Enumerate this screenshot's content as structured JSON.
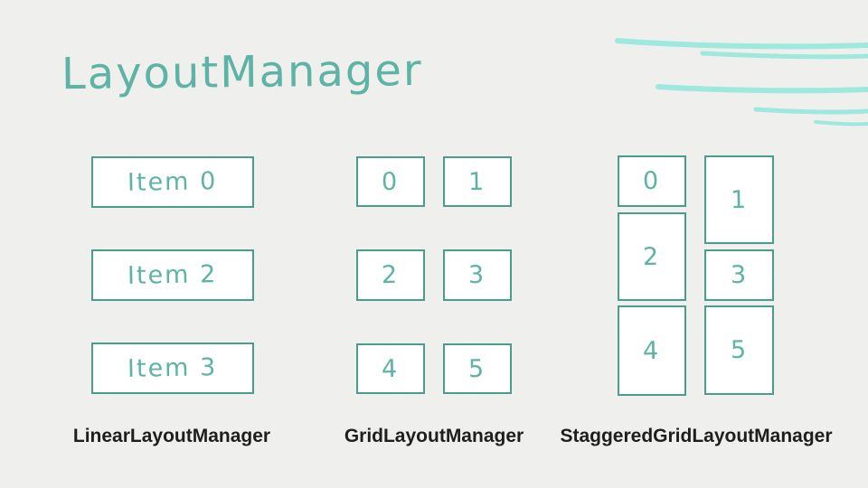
{
  "slide": {
    "title": "LayoutManager"
  },
  "colors": {
    "background": "#efefed",
    "handwriting_teal": "#5db4a4",
    "box_border_teal": "#4a9c8d",
    "box_fill": "#ffffff",
    "decoration_mint": "#9de9de",
    "caption_text": "#1e1e1e"
  },
  "sections": [
    {
      "label": "LinearLayoutManager",
      "items": [
        "Item 0",
        "Item 2",
        "Item 3"
      ]
    },
    {
      "label": "GridLayoutManager",
      "items": [
        "0",
        "1",
        "2",
        "3",
        "4",
        "5"
      ]
    },
    {
      "label": "StaggeredGridLayoutManager",
      "items": [
        "0",
        "1",
        "2",
        "3",
        "4",
        "5"
      ]
    }
  ],
  "decoration": {
    "name": "squiggle-lines",
    "line_count": 5
  }
}
